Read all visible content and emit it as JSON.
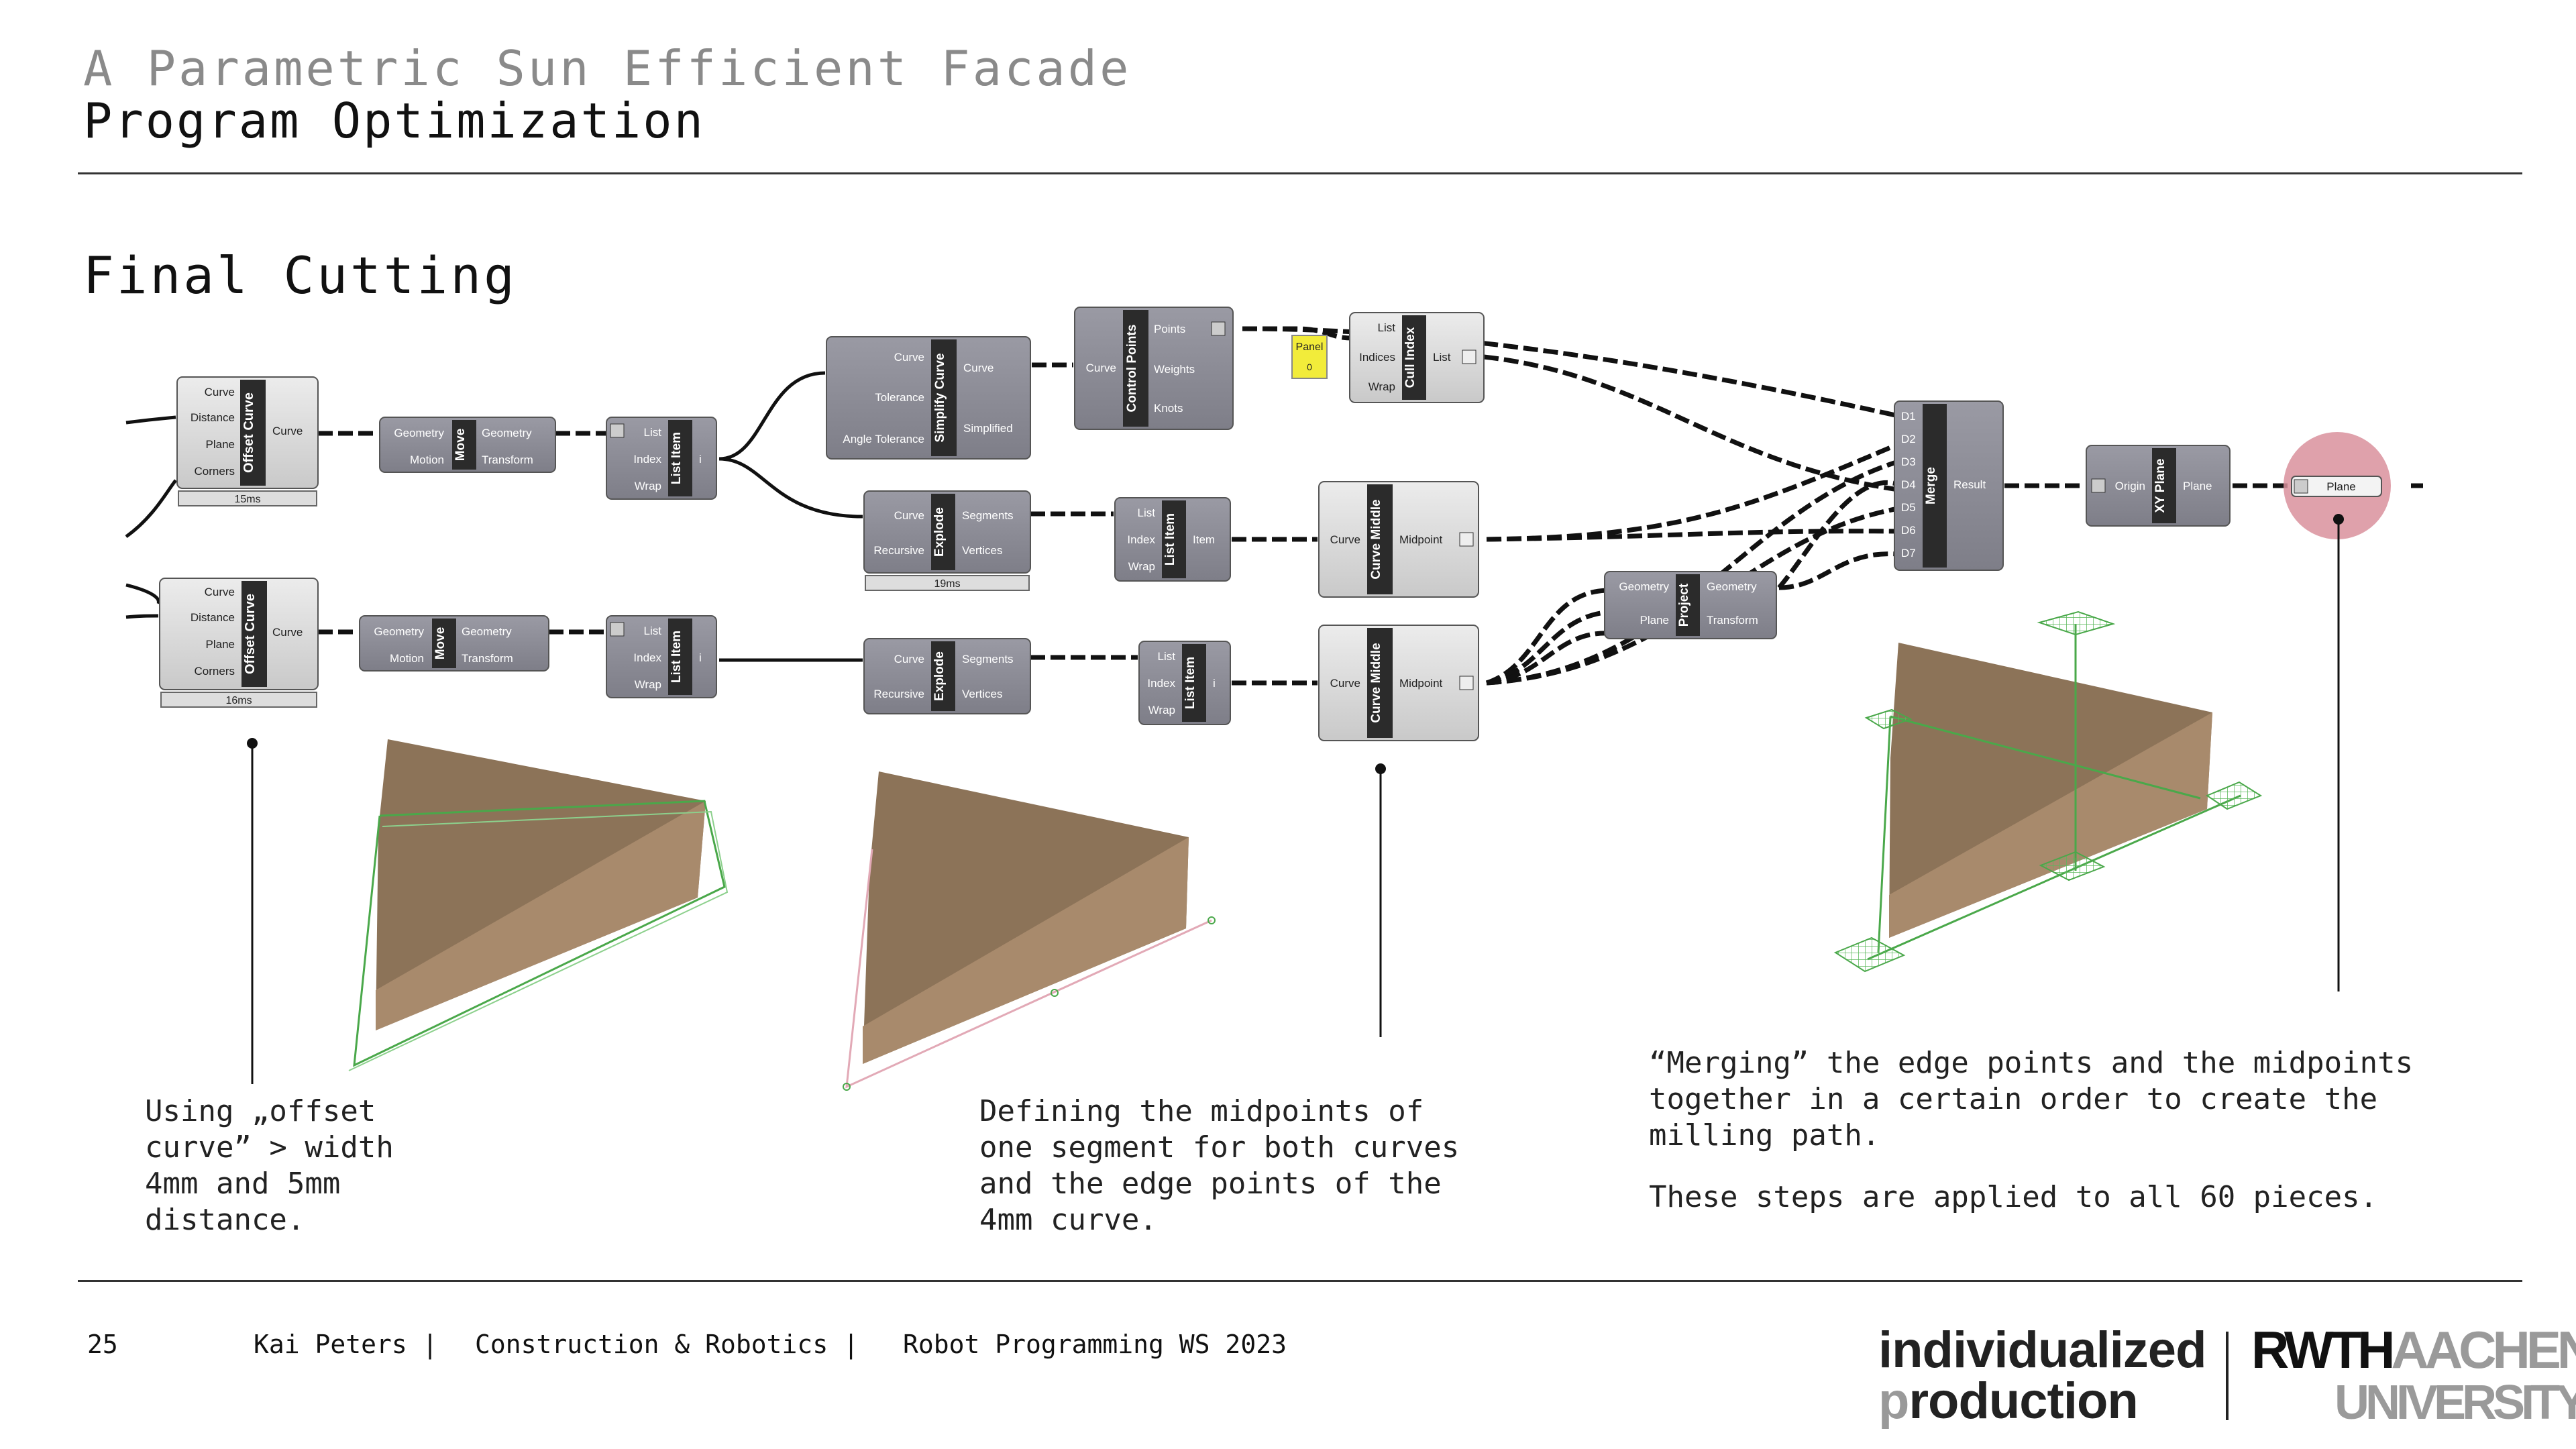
{
  "header": {
    "title": "A Parametric Sun Efficient Facade",
    "subtitle": "Program Optimization"
  },
  "section": {
    "title": "Final Cutting"
  },
  "captions": {
    "left": "Using „offset\ncurve”   > width\n4mm and 5mm\ndistance.",
    "middle": "Defining the midpoints of\none segment for both curves\nand the edge points of the\n4mm curve.",
    "right_1": "“Merging” the edge points and the midpoints\ntogether in a certain order to create the\nmilling path.",
    "right_2": "These steps are applied to all 60 pieces."
  },
  "footer": {
    "page_number": "25",
    "author": "Kai Peters |",
    "course": "Construction & Robotics |",
    "semester": "Robot Programming WS 2023"
  },
  "logos": {
    "individualized_1": "individualized",
    "individualized_2_first": "p",
    "individualized_2_rest": "roduction",
    "rwth": "RWTH",
    "aachen": "AACHEN",
    "university": "UNIVERSITY"
  },
  "grasshopper": {
    "offset_curve_1": {
      "name": "Offset Curve",
      "inputs": [
        "Curve",
        "Distance",
        "Plane",
        "Corners"
      ],
      "outputs": [
        "Curve"
      ],
      "timing": "15ms"
    },
    "offset_curve_2": {
      "name": "Offset Curve",
      "inputs": [
        "Curve",
        "Distance",
        "Plane",
        "Corners"
      ],
      "outputs": [
        "Curve"
      ],
      "timing": "16ms"
    },
    "move_1": {
      "name": "Move",
      "inputs": [
        "Geometry",
        "Motion"
      ],
      "outputs": [
        "Geometry",
        "Transform"
      ]
    },
    "move_2": {
      "name": "Move",
      "inputs": [
        "Geometry",
        "Motion"
      ],
      "outputs": [
        "Geometry",
        "Transform"
      ]
    },
    "list_item_1": {
      "name": "List Item",
      "inputs": [
        "List",
        "Index",
        "Wrap"
      ],
      "outputs": [
        "i"
      ]
    },
    "list_item_2": {
      "name": "List Item",
      "inputs": [
        "List",
        "Index",
        "Wrap"
      ],
      "outputs": [
        "i"
      ]
    },
    "simplify_curve": {
      "name": "Simplify Curve",
      "inputs": [
        "Curve",
        "Tolerance",
        "Angle Tolerance"
      ],
      "outputs": [
        "Curve",
        "Simplified"
      ]
    },
    "control_points": {
      "name": "Control Points",
      "inputs": [
        "Curve"
      ],
      "outputs": [
        "Points",
        "Weights",
        "Knots"
      ]
    },
    "panel": {
      "label": "Panel",
      "value": "0"
    },
    "cull_index": {
      "name": "Cull Index",
      "inputs": [
        "List",
        "Indices",
        "Wrap"
      ],
      "outputs": [
        "List"
      ]
    },
    "explode_1": {
      "name": "Explode",
      "inputs": [
        "Curve",
        "Recursive"
      ],
      "outputs": [
        "Segments",
        "Vertices"
      ],
      "timing": "19ms"
    },
    "explode_2": {
      "name": "Explode",
      "inputs": [
        "Curve",
        "Recursive"
      ],
      "outputs": [
        "Segments",
        "Vertices"
      ]
    },
    "list_item_3": {
      "name": "List Item",
      "inputs": [
        "List",
        "Index",
        "Wrap"
      ],
      "outputs": [
        "Item"
      ]
    },
    "list_item_4": {
      "name": "List Item",
      "inputs": [
        "List",
        "Index",
        "Wrap"
      ],
      "outputs": [
        "i"
      ]
    },
    "curve_middle_1": {
      "name": "Curve Middle",
      "inputs": [
        "Curve"
      ],
      "outputs": [
        "Midpoint"
      ]
    },
    "curve_middle_2": {
      "name": "Curve Middle",
      "inputs": [
        "Curve"
      ],
      "outputs": [
        "Midpoint"
      ]
    },
    "project": {
      "name": "Project",
      "inputs": [
        "Geometry",
        "Plane"
      ],
      "outputs": [
        "Geometry",
        "Transform"
      ]
    },
    "merge": {
      "name": "Merge",
      "inputs": [
        "D1",
        "D2",
        "D3",
        "D4",
        "D5",
        "D6",
        "D7"
      ],
      "outputs": [
        "Result"
      ]
    },
    "xy_plane": {
      "name": "XY Plane",
      "inputs": [
        "Origin"
      ],
      "outputs": [
        "Plane"
      ]
    },
    "plane_param": {
      "label": "Plane"
    }
  },
  "colors": {
    "wood_top": "#8c7358",
    "wood_side": "#a88a6c",
    "curve_green": "#4aa84a",
    "highlight_circle": "#d9909c",
    "panel_yellow": "#f2ec3a"
  }
}
